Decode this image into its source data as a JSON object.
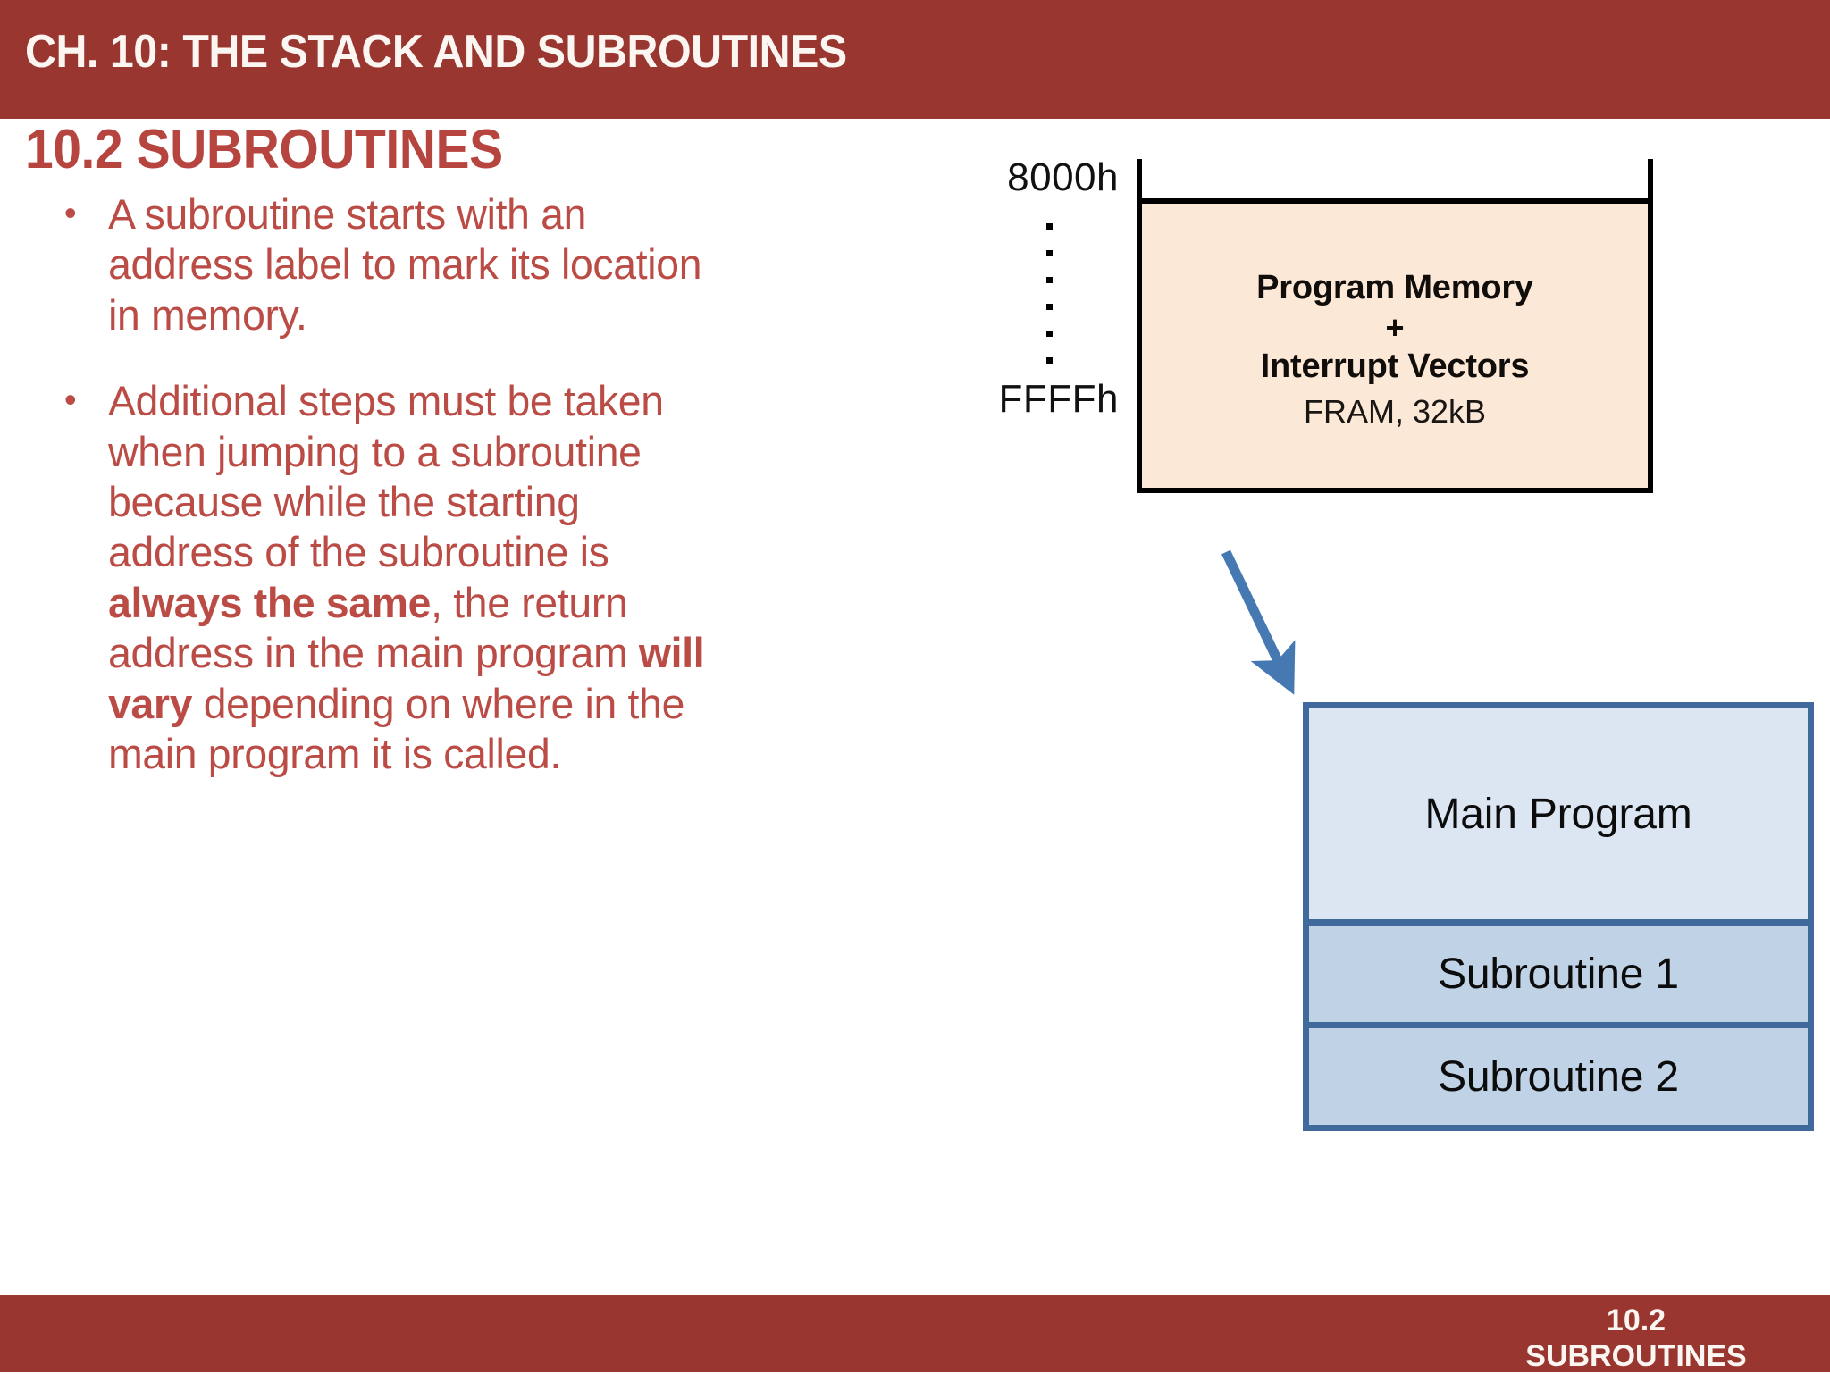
{
  "header": {
    "title": "CH. 10: THE STACK AND SUBROUTINES",
    "bar_color": "#99362F"
  },
  "slide": {
    "title": "10.2 SUBROUTINES",
    "title_color": "#B6453F",
    "body_color": "#BB4B45",
    "bullet_glyph": "•",
    "bullets": [
      {
        "segments": [
          {
            "text": "A subroutine starts with an address label to mark its location in memory.",
            "bold": false
          }
        ]
      },
      {
        "segments": [
          {
            "text": "Additional steps must be taken when jumping to a subroutine because while the starting address of the subroutine is ",
            "bold": false
          },
          {
            "text": "always the same",
            "bold": true
          },
          {
            "text": ", the return address in the main program ",
            "bold": false
          },
          {
            "text": "will vary",
            "bold": true
          },
          {
            "text": " depending on where in the main program it is called.",
            "bold": false
          }
        ]
      }
    ]
  },
  "memory_diagram": {
    "address_top": "8000h",
    "address_bottom": "FFFFh",
    "vertical_dots_count": 6,
    "box_fill": "#FBE8D7",
    "box_border": "#000000",
    "lines": [
      {
        "text": "Program Memory",
        "style": "strong"
      },
      {
        "text": "+",
        "style": "plus"
      },
      {
        "text": "Interrupt Vectors",
        "style": "strong"
      },
      {
        "text": "FRAM, 32kB",
        "style": "light"
      }
    ]
  },
  "arrow": {
    "name": "flow-arrow",
    "color": "#4679B1",
    "direction": "down-right"
  },
  "program_blocks": {
    "border_color": "#40699C",
    "main_fill": "#DCE6F2",
    "sub_fill": "#BFD2E6",
    "main_label": "Main Program",
    "sub1_label": "Subroutine 1",
    "sub2_label": "Subroutine 2"
  },
  "footer": {
    "bar_color": "#99362F",
    "line1": "10.2",
    "line2": "SUBROUTINES"
  }
}
